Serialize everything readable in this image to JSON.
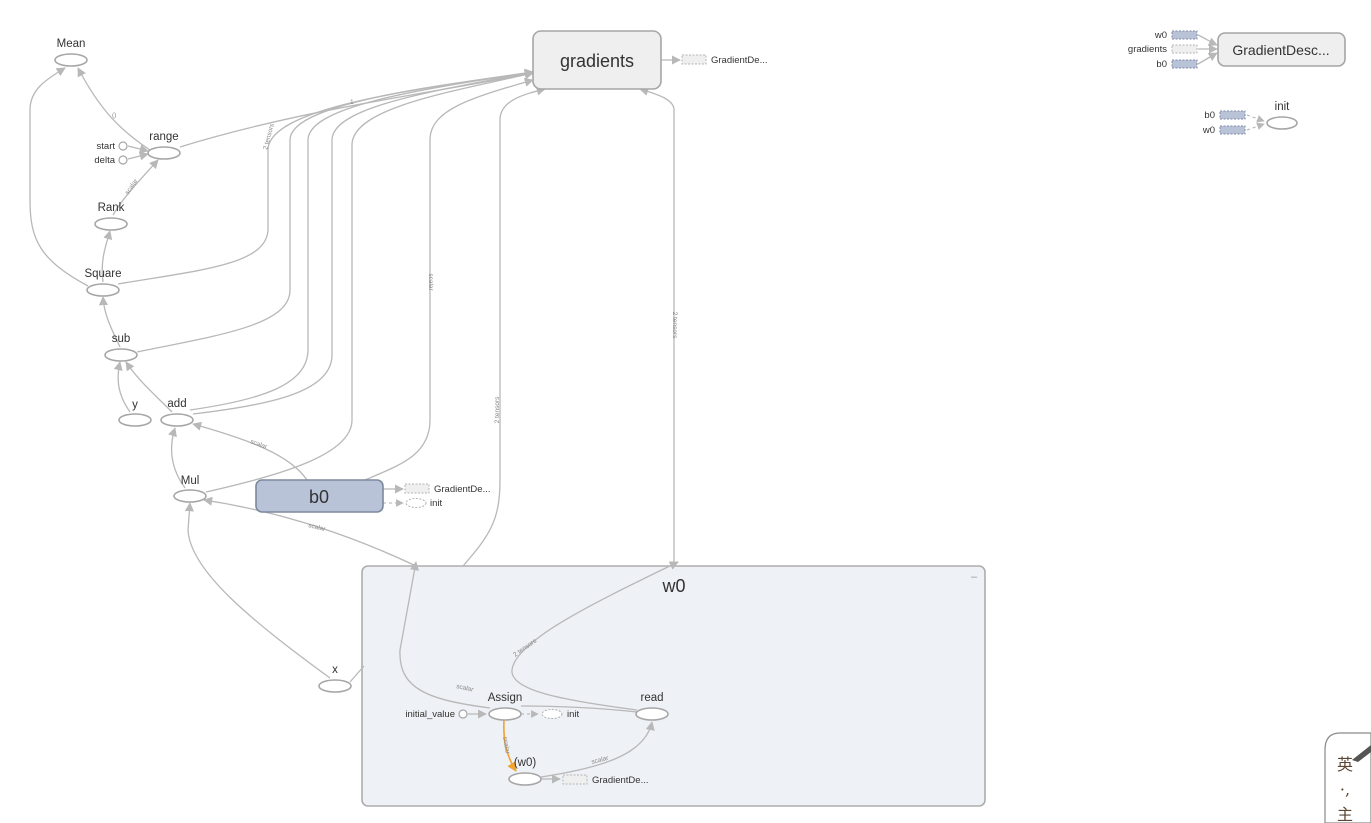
{
  "graph": {
    "nodes": {
      "mean": "Mean",
      "range": "range",
      "start": "start",
      "delta": "delta",
      "rank": "Rank",
      "square": "Square",
      "sub": "sub",
      "y": "y",
      "add": "add",
      "mul": "Mul",
      "b0": "b0",
      "x": "x",
      "gradients": "gradients"
    },
    "b0_aux": {
      "out1": "GradientDe...",
      "out2": "init"
    },
    "gradients_aux": {
      "out1": "GradientDe..."
    },
    "w0_scope": {
      "title": "w0",
      "collapse_glyph": "–",
      "assign": "Assign",
      "read": "read",
      "initial_value": "initial_value",
      "assign_out": "init",
      "w0_var": "(w0)",
      "var_out": "GradientDe..."
    },
    "aux_gradient_descent": {
      "label": "GradientDesc...",
      "inputs": [
        "w0",
        "gradients",
        "b0"
      ]
    },
    "aux_init": {
      "label": "init",
      "inputs": [
        "b0",
        "w0"
      ]
    },
    "edge_labels": {
      "range_gradients": "1",
      "square_gradients": "2 tensors",
      "rank_range": "scalar",
      "range_mean": "()",
      "b0_gradients": "scalar",
      "w0_gradients": "2 tensors",
      "scope_gradients": "2 tensors",
      "b0_add": "scalar",
      "w0_mul": "scalar",
      "read_scope": "2 tensors",
      "assign_in": "scalar",
      "assign_ref": "scalar",
      "var_read": "scalar"
    }
  },
  "seal": {
    "chars": [
      "英",
      "·,",
      "主"
    ]
  },
  "colors": {
    "edge": "#b8b8b8",
    "ref_edge": "#f2a330",
    "variable": "#b9c3d8",
    "meta": "#efefef",
    "scope": "#eef1f5"
  },
  "icons": [
    "arrowhead-icon",
    "constant-circle-icon",
    "collapse-icon"
  ]
}
